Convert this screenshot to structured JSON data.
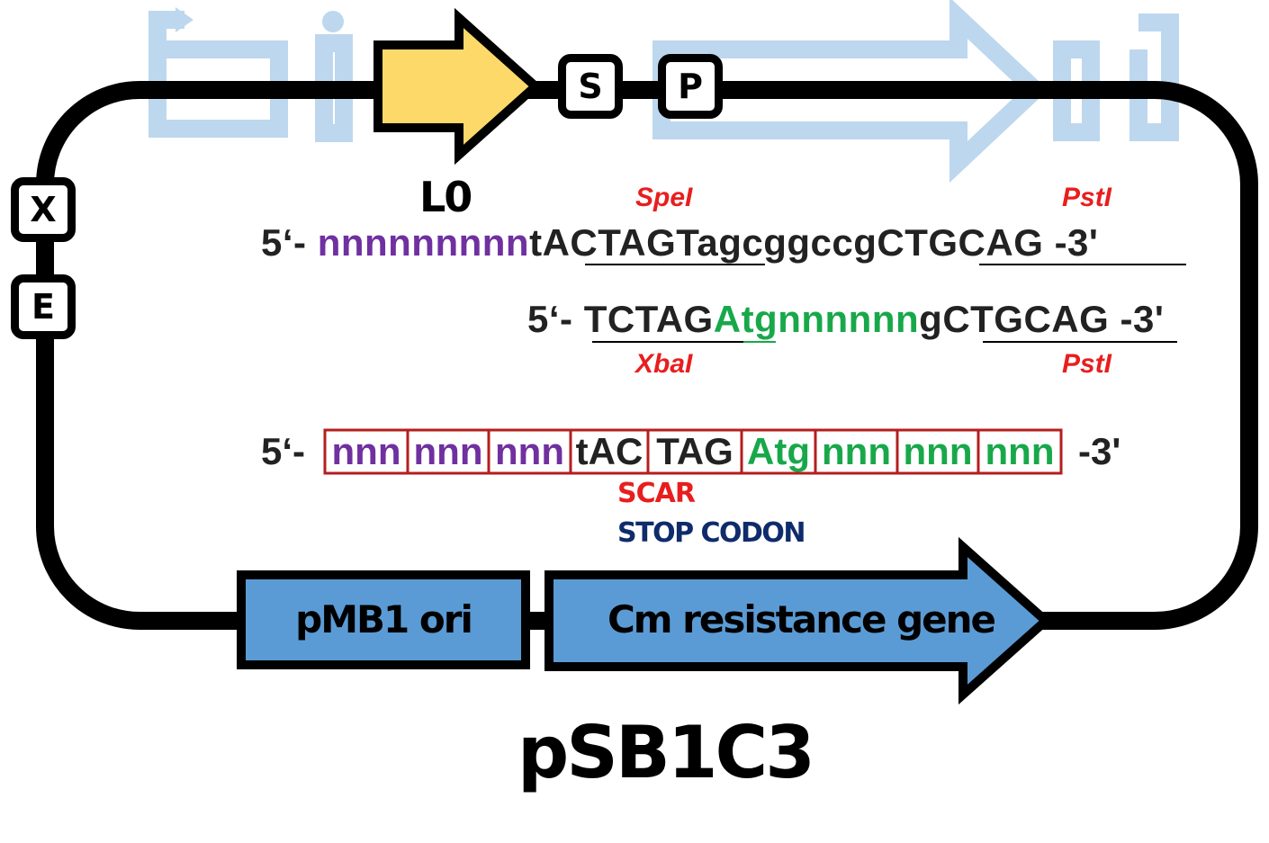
{
  "sites": {
    "x": "X",
    "e": "E",
    "s": "S",
    "p": "P"
  },
  "part_label": "L0",
  "plasmid_name": "pSB1C3",
  "ori_label": "pMB1 ori",
  "resistance_label": "Cm resistance gene",
  "seq1": {
    "prefix": "5‘- ",
    "n_part": "nnnnnnnnn",
    "t": "t",
    "spe_site": "ACTAGT",
    "middle": "agcggccg",
    "pst_site": "CTGCAG ",
    "suffix": "-3'"
  },
  "seq2": {
    "prefix": "5‘- ",
    "xba_site": "TCTAG",
    "a_green": "A",
    "tg": "tg",
    "nnn": "nnnnnn",
    "g": "g",
    "pst_site": "CTGCAG",
    "suffix": " -3'"
  },
  "seq3": {
    "prefix": "5‘- ",
    "codons": [
      {
        "text": "nnn",
        "color": "#7030a0"
      },
      {
        "text": "nnn",
        "color": "#7030a0"
      },
      {
        "text": "nnn",
        "color": "#7030a0"
      },
      {
        "text": "tAC",
        "color": "#222222",
        "purple_first": "t"
      },
      {
        "text": "TAG",
        "color": "#222222"
      },
      {
        "text": "Atg",
        "color": "#18a84a"
      },
      {
        "text": "nnn",
        "color": "#18a84a"
      },
      {
        "text": "nnn",
        "color": "#18a84a"
      },
      {
        "text": "nnn",
        "color": "#18a84a"
      }
    ],
    "suffix": "-3'"
  },
  "enzymes": {
    "spe": "SpeI",
    "pst_top": "PstI",
    "xba": "XbaI",
    "pst_bottom": "PstI"
  },
  "scar_label": "SCAR",
  "stop_codon_label": "STOP CODON",
  "colors": {
    "backbone": "#000000",
    "part_fill": "#fdd96a",
    "blue_fill": "#5b9bd5",
    "ghost": "#bdd7ee",
    "purple": "#7030a0",
    "green": "#18a84a",
    "red": "#e81e1e",
    "navy": "#0f2b6b"
  }
}
